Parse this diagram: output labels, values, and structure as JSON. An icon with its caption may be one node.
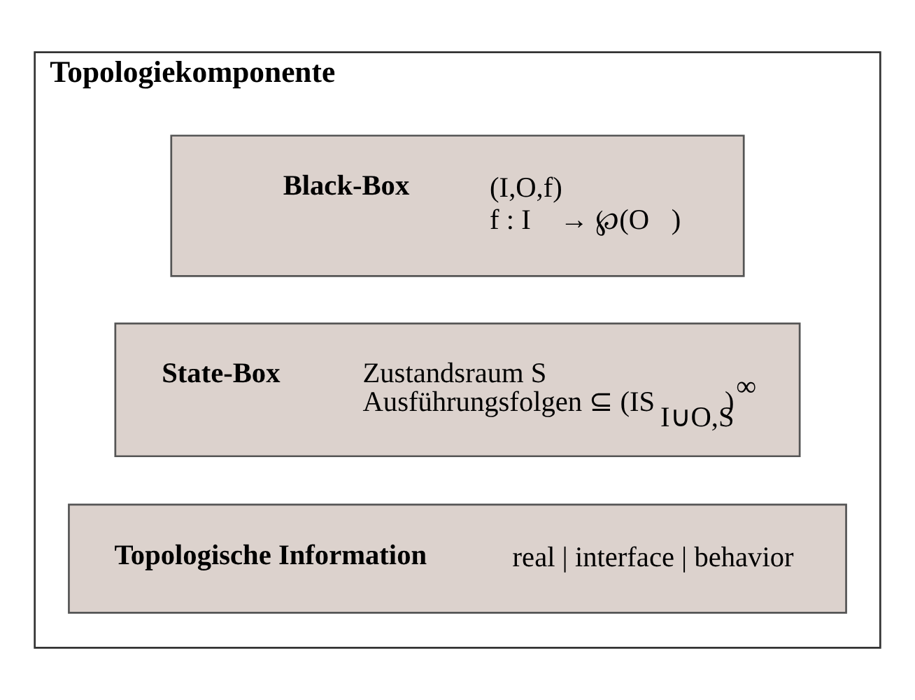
{
  "diagram": {
    "nodes": [
      {
        "text": [
          "Topologiekomponente"
        ]
      },
      {
        "text": [
          "Black-Box",
          "(I,O,f)",
          "f : I⃗ → ℘(O⃗)"
        ],
        "in": 0
      },
      {
        "text": [
          "State-Box",
          "Zustandsraum S",
          "Ausführungsfolgen ⊆ (IS$_{I∪O,S}$)$^{∞}$"
        ],
        "in": 0
      },
      {
        "text": [
          "Topologische Information",
          "real | interface | behavior"
        ],
        "in": 0
      }
    ]
  }
}
